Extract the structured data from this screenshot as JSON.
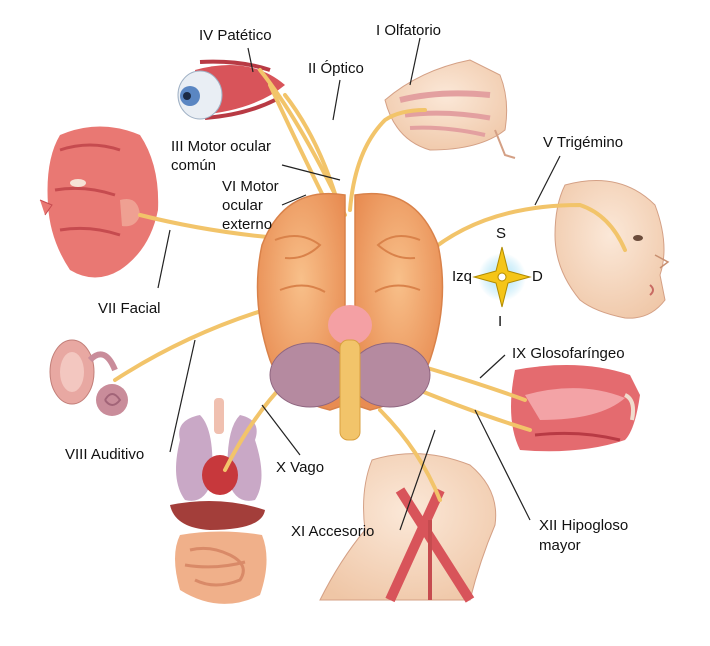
{
  "labels": {
    "olfatorio": "I Olfatorio",
    "optico": "II Óptico",
    "motor_ocular_comun_1": "III Motor ocular",
    "motor_ocular_comun_2": "común",
    "patetico": "IV Patético",
    "trigemino": "V Trigémino",
    "motor_ocular_externo_1": "VI Motor",
    "motor_ocular_externo_2": "ocular",
    "motor_ocular_externo_3": "externo",
    "facial": "VII Facial",
    "auditivo": "VIII Auditivo",
    "glosofaringeo": "IX Glosofaríngeo",
    "vago": "X Vago",
    "accesorio": "XI Accesorio",
    "hipogloso_1": "XII Hipogloso",
    "hipogloso_2": "mayor"
  },
  "compass": {
    "superior": "S",
    "inferior": "I",
    "izquierda": "Izq",
    "derecha": "D"
  },
  "colors": {
    "brain": "#f0a56c",
    "brain_dark": "#d9824a",
    "cerebellum": "#b58aa0",
    "nerve": "#f2c46a",
    "muscle": "#d8545a",
    "skin": "#f7dcc6",
    "compass_star": "#f5c518",
    "compass_glow": "#7fd3f0"
  }
}
